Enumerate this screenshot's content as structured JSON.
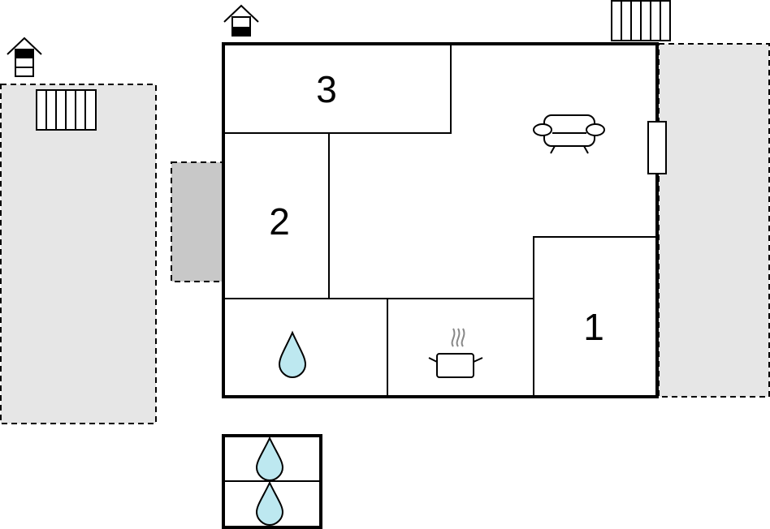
{
  "floorplan": {
    "rooms": [
      {
        "label": "1"
      },
      {
        "label": "2"
      },
      {
        "label": "3"
      }
    ],
    "icons": {
      "entrance": "house-entrance-icon",
      "terrace_steps": "steps-icon",
      "living_room": "sofa-icon",
      "kitchen": "cooking-pot-icon",
      "bathroom": "water-drop-icon",
      "sauna": "water-drop-icon",
      "window": "window-icon"
    },
    "colors": {
      "wall": "#000000",
      "outdoor_area": "#e6e6e6",
      "porch": "#c8c8c8",
      "water": "#bde8f0",
      "steam": "#888888"
    }
  }
}
